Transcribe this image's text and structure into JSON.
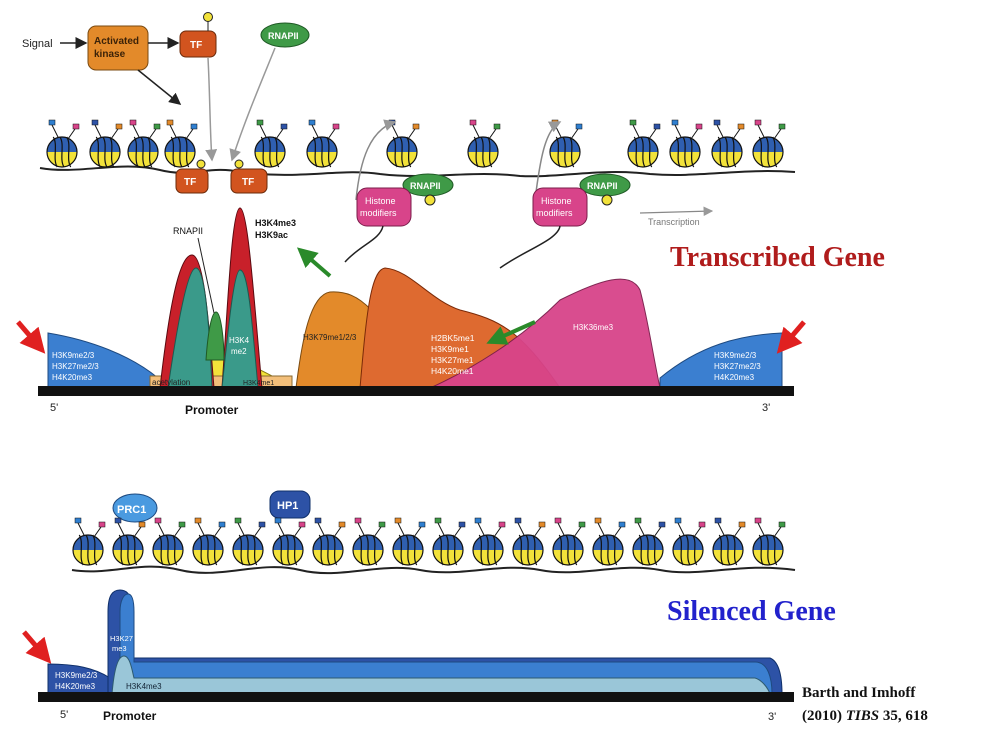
{
  "signaling": {
    "signal": "Signal",
    "activated_kinase": [
      "Activated",
      "kinase"
    ],
    "tf": "TF",
    "rnapii": "RNAPII",
    "histone_modifiers": [
      "Histone",
      "modifiers"
    ],
    "transcription": "Transcription"
  },
  "transcribed": {
    "title": "Transcribed Gene",
    "peak_labels": {
      "rnapii": "RNAPII",
      "h3k4me3_h3k9ac": [
        "H3K4me3",
        "H3K9ac"
      ],
      "h3k4me2": [
        "H3K4",
        "me2"
      ],
      "h3k4me1": "H3K4me1",
      "acetylation": "acetylation",
      "h3k79": "H3K79me1/2/3",
      "mid_marks": [
        "H2BK5me1",
        "H3K9me1",
        "H3K27me1",
        "H4K20me1"
      ],
      "h3k36me3": "H3K36me3",
      "left_marks": [
        "H3K9me2/3",
        "H3K27me2/3",
        "H4K20me3"
      ],
      "right_marks": [
        "H3K9me2/3",
        "H3K27me2/3",
        "H4K20me3"
      ]
    },
    "five_prime": "5'",
    "three_prime": "3'",
    "promoter": "Promoter"
  },
  "silenced": {
    "title": "Silenced Gene",
    "prc1": "PRC1",
    "hp1": "HP1",
    "left_marks": [
      "H3K9me2/3",
      "H4K20me3"
    ],
    "h3k27me3": [
      "H3K27",
      "me3"
    ],
    "h3k4me3": "H3K4me3",
    "five_prime": "5'",
    "three_prime": "3'",
    "promoter": "Promoter"
  },
  "citation": {
    "line1": "Barth and Imhoff",
    "line2_prefix": "(2010) ",
    "journal": "TIBS",
    "line2_suffix": " 35, 618"
  },
  "colors": {
    "tf": "#d2541f",
    "kinase": "#e38a2a",
    "rnapii": "#3f9a47",
    "histone_modifiers": "#d8448a",
    "nucleosome_blue": "#2f5fb0",
    "nucleosome_yellow": "#f2e23a",
    "title_red": "#b01c1c",
    "title_blue": "#2222cc",
    "arrow_red": "#e02020",
    "arrow_green": "#2a8a2a"
  }
}
